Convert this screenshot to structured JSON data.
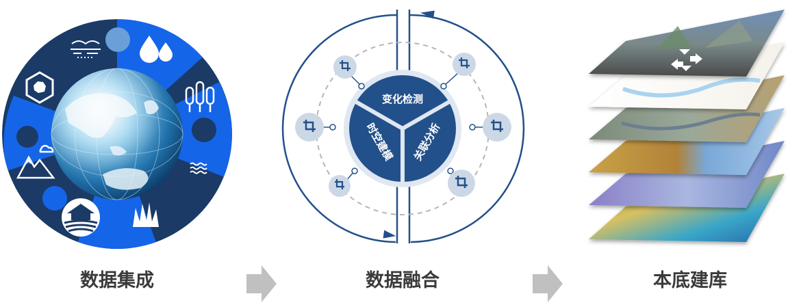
{
  "steps": [
    {
      "label": "数据集成"
    },
    {
      "label": "数据融合"
    },
    {
      "label": "本底建库"
    }
  ],
  "fusion": {
    "segments": [
      "变化检测",
      "时空建模",
      "关联分析"
    ]
  },
  "integration": {
    "icons": [
      "china-map-icon",
      "land-field-icon",
      "water-drops-icon",
      "forest-trees-icon",
      "water-waves-icon",
      "grassland-icon",
      "farmland-house-icon",
      "mountain-cloud-icon"
    ]
  },
  "colors": {
    "navy": "#1b3a66",
    "blue": "#1565e8",
    "fusion_blue": "#22508a",
    "arrow_gray": "#c0c0c0",
    "caption": "#3a3a3a"
  }
}
